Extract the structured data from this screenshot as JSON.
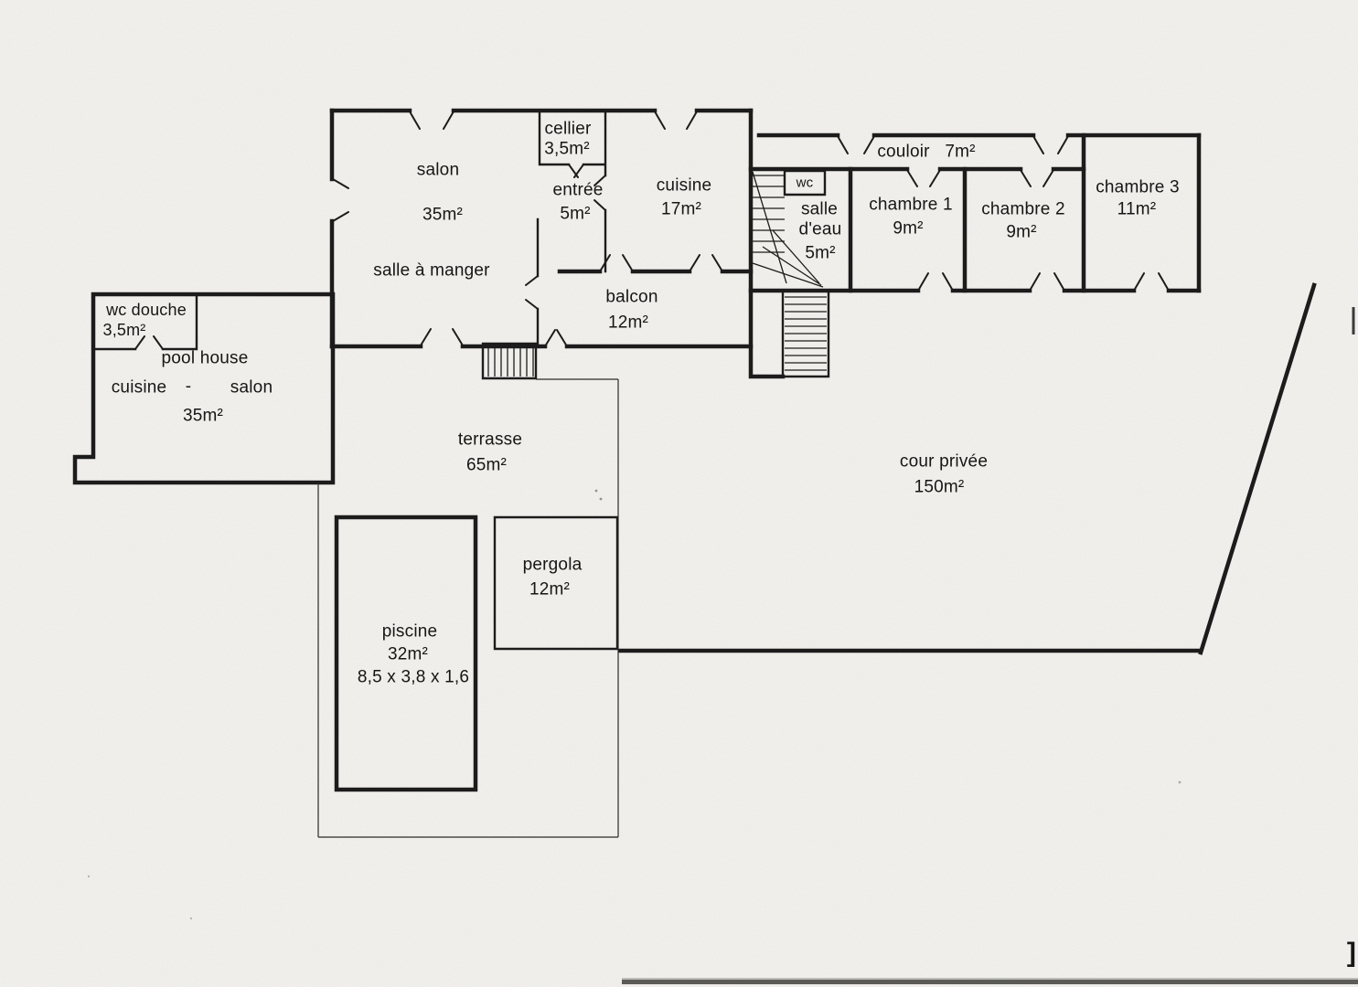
{
  "rooms": {
    "cellier": {
      "name": "cellier",
      "area": "3,5m²"
    },
    "salon": {
      "name": "salon",
      "area": "35m²"
    },
    "entree": {
      "name": "entrée",
      "area": "5m²"
    },
    "cuisine": {
      "name": "cuisine",
      "area": "17m²"
    },
    "couloir": {
      "name": "couloir",
      "area": "7m²"
    },
    "wc": {
      "name": "wc"
    },
    "salle_deau": {
      "name_line1": "salle",
      "name_line2": "d'eau",
      "area": "5m²"
    },
    "chambre1": {
      "name": "chambre 1",
      "area": "9m²"
    },
    "chambre2": {
      "name": "chambre 2",
      "area": "9m²"
    },
    "chambre3": {
      "name": "chambre 3",
      "area": "11m²"
    },
    "salle_a_manger": {
      "name": "salle à manger"
    },
    "balcon": {
      "name": "balcon",
      "area": "12m²"
    },
    "wc_douche": {
      "name": "wc douche",
      "area": "3,5m²"
    },
    "pool_house": {
      "name": "pool house",
      "sub_left": "cuisine",
      "sub_sep": "-",
      "sub_right": "salon",
      "area": "35m²"
    },
    "terrasse": {
      "name": "terrasse",
      "area": "65m²"
    },
    "cour_privee": {
      "name": "cour privée",
      "area": "150m²"
    },
    "pergola": {
      "name": "pergola",
      "area": "12m²"
    },
    "piscine": {
      "name": "piscine",
      "area": "32m²",
      "dimensions": "8,5 x 3,8 x 1,6"
    }
  },
  "artifacts": {
    "bracket": "]"
  },
  "colors": {
    "ink": "#1c1c1c",
    "paper": "#f5f4f0"
  }
}
